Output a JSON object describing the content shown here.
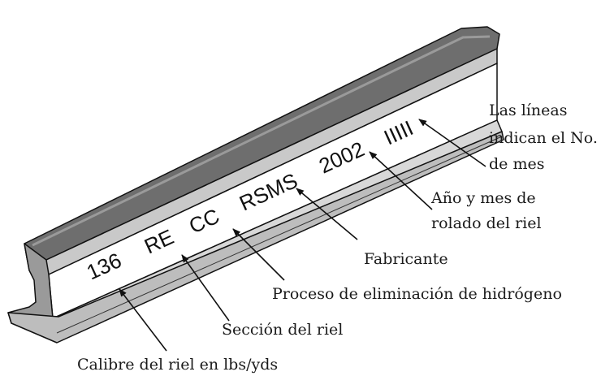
{
  "rail_marking": {
    "weight": "136",
    "design": "RE",
    "process": "CC",
    "manufacturer": "RSMS",
    "year": "2002",
    "month_lines": "IIIII"
  },
  "labels": {
    "month_lines_1": "Las líneas",
    "month_lines_2": "indican el No.",
    "month_lines_3": "de mes",
    "year_month_1": "Año y mes de",
    "year_month_2": "rolado del riel",
    "manufacturer": "Fabricante",
    "hydrogen": "Proceso de eliminación de hidrógeno",
    "section": "Sección del riel",
    "gauge": "Calibre del riel en lbs/yds"
  }
}
